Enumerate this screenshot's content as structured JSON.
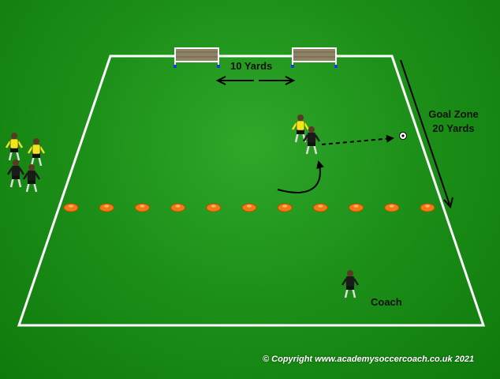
{
  "labels": {
    "goal_zone_line1": "Goal Zone",
    "goal_zone_line2": "20 Yards",
    "goal_spacing": "10 Yards",
    "coach": "Coach",
    "copyright": "© Copyright www.academysoccercoach.co.uk 2021"
  },
  "colors": {
    "grass": "#1d9019",
    "field_lines": "#ffffff",
    "cones": "#f07a14",
    "team_a_shirt": "#f2e51a",
    "team_b_shirt": "#1a1a1a",
    "goal_net": "#8f8366"
  },
  "drill": {
    "cone_count": 11,
    "goal_count": 2,
    "waiting_yellow_players": 2,
    "waiting_black_players": 2,
    "active_players": 2,
    "coach_count": 1,
    "ball_count": 1
  }
}
